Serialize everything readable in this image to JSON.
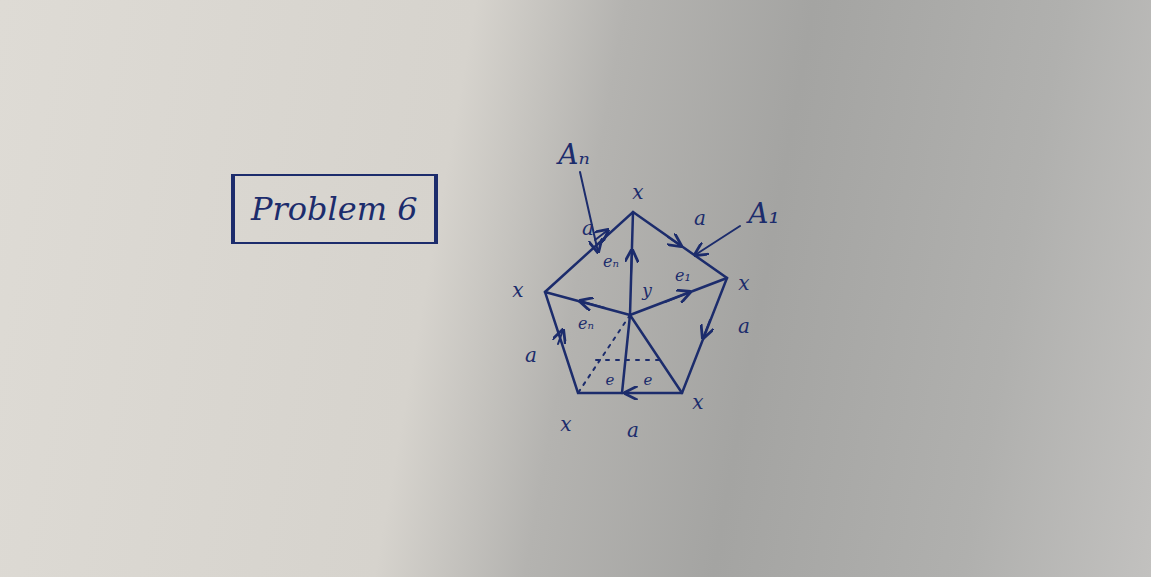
{
  "diagram": {
    "nodes": [
      {
        "text": [
          "Problem 6"
        ]
      }
    ],
    "edges": [],
    "labels": [
      "Aₙ",
      "A₁",
      "x",
      "x",
      "x",
      "x",
      "x",
      "a",
      "a",
      "a",
      "a",
      "a",
      "eₙ",
      "y",
      "e₁",
      "eₙ",
      "e",
      "e"
    ]
  }
}
